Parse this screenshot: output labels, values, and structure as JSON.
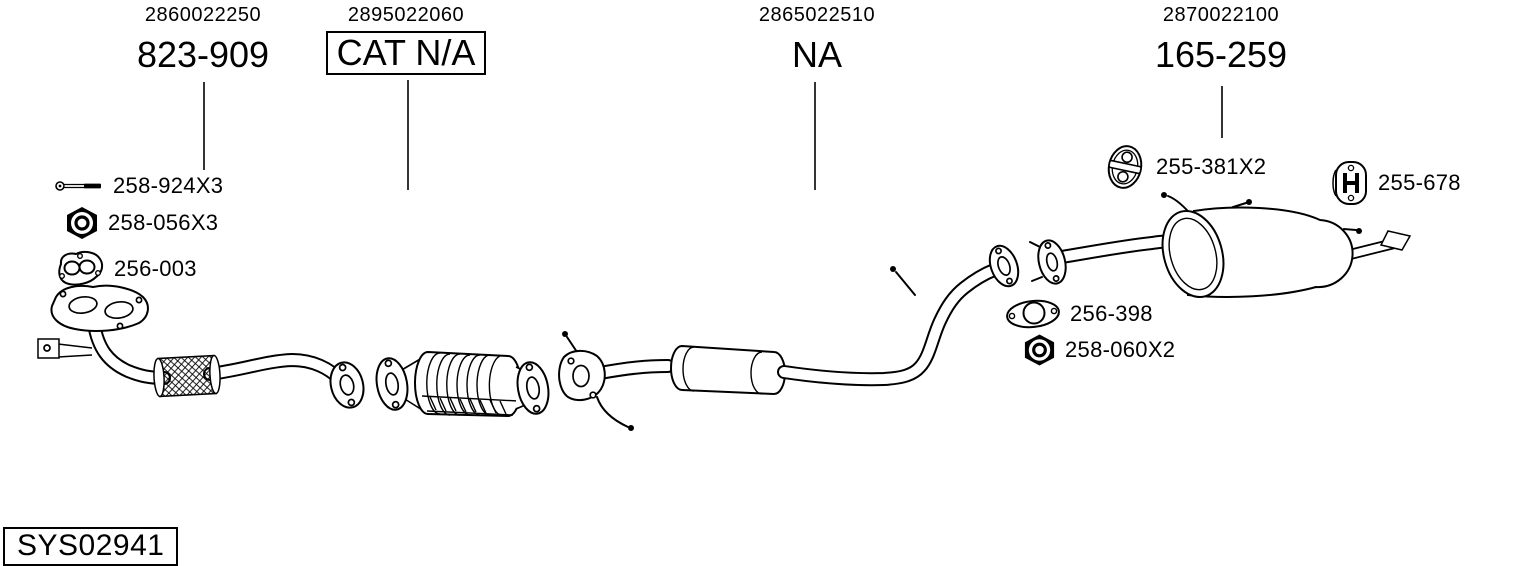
{
  "system_code": "SYS02941",
  "colors": {
    "line": "#000000",
    "background": "#ffffff"
  },
  "columns": [
    {
      "ref": "2860022250",
      "part": "823-909",
      "boxed": false
    },
    {
      "ref": "2895022060",
      "part": "CAT N/A",
      "boxed": true
    },
    {
      "ref": "2865022510",
      "part": "NA",
      "boxed": false
    },
    {
      "ref": "2870022100",
      "part": "165-259",
      "boxed": false
    }
  ],
  "callouts": [
    {
      "icon": "bolt-icon",
      "part": "258-924X3"
    },
    {
      "icon": "nut-icon",
      "part": "258-056X3"
    },
    {
      "icon": "flange-gasket-icon",
      "part": "256-003"
    },
    {
      "icon": "rubber-mount-icon",
      "part": "255-381X2"
    },
    {
      "icon": "h-rubber-hanger-icon",
      "part": "255-678"
    },
    {
      "icon": "oval-gasket-icon",
      "part": "256-398"
    },
    {
      "icon": "nut-icon",
      "part": "258-060X2"
    }
  ]
}
